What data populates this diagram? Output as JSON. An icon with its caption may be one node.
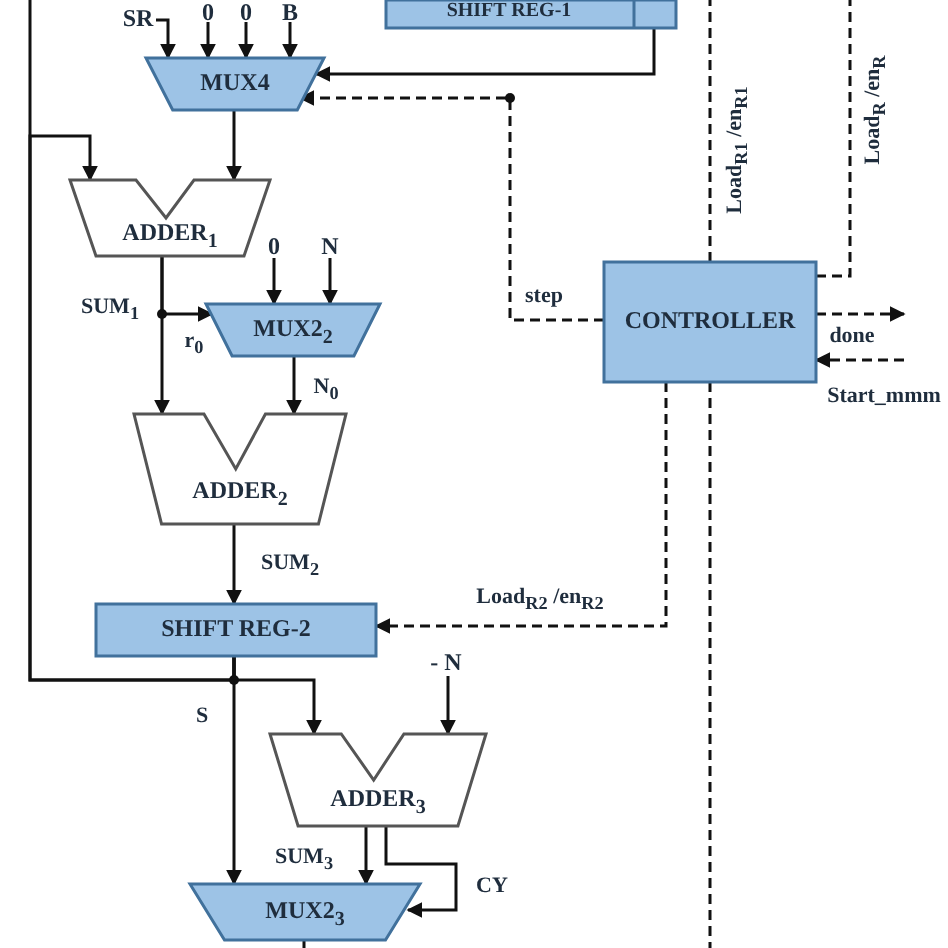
{
  "diagram": {
    "nodes": [
      {
        "text": [
          "SHIFT REG-1"
        ]
      },
      {
        "text": [
          "SR"
        ]
      },
      {
        "text": [
          "0"
        ]
      },
      {
        "text": [
          "0"
        ]
      },
      {
        "text": [
          "B"
        ]
      },
      {
        "text": [
          "MUX4"
        ]
      },
      {
        "text": [
          "ADDER$_{1}$"
        ]
      },
      {
        "text": [
          "0"
        ]
      },
      {
        "text": [
          "N"
        ]
      },
      {
        "text": [
          "MUX2$_{2}$"
        ]
      },
      {
        "text": [
          "ADDER$_{2}$"
        ]
      },
      {
        "text": [
          "SHIFT REG-2"
        ]
      },
      {
        "text": [
          "- N"
        ]
      },
      {
        "text": [
          "ADDER$_{3}$"
        ]
      },
      {
        "text": [
          "MUX2$_{3}$"
        ]
      },
      {
        "text": [
          "CONTROLLER"
        ]
      }
    ],
    "edges": [
      {
        "from": 1,
        "to": 5,
        "arrow": "to"
      },
      {
        "from": 2,
        "to": 5,
        "arrow": "to"
      },
      {
        "from": 3,
        "to": 5,
        "arrow": "to"
      },
      {
        "from": 4,
        "to": 5,
        "arrow": "to"
      },
      {
        "from": 0,
        "to": 5,
        "arrow": "to"
      },
      {
        "from": 15,
        "to": 5,
        "arrow": "to",
        "label": "step",
        "style": "dashed"
      },
      {
        "from": 5,
        "to": 6,
        "arrow": "to"
      },
      {
        "from": 11,
        "to": 6,
        "arrow": "to"
      },
      {
        "from": 6,
        "to": 10,
        "arrow": "to",
        "label": "SUM$_{1}$"
      },
      {
        "from": 6,
        "to": 9,
        "arrow": "to",
        "label": "r$_{0}$"
      },
      {
        "from": 7,
        "to": 9,
        "arrow": "to"
      },
      {
        "from": 8,
        "to": 9,
        "arrow": "to"
      },
      {
        "from": 9,
        "to": 10,
        "arrow": "to",
        "label": "N$_{0}$"
      },
      {
        "from": 10,
        "to": 11,
        "arrow": "to",
        "label": "SUM$_{2}$"
      },
      {
        "from": 15,
        "to": 11,
        "arrow": "to",
        "label": "Load$_{R2}$ /en$_{R2}$",
        "style": "dashed"
      },
      {
        "from": 11,
        "to": 13,
        "arrow": "to"
      },
      {
        "from": 11,
        "to": 14,
        "arrow": "to",
        "label": "S"
      },
      {
        "from": 12,
        "to": 13,
        "arrow": "to"
      },
      {
        "from": 13,
        "to": 14,
        "arrow": "to",
        "label": "SUM$_{3}$"
      },
      {
        "from": 13,
        "to": 14,
        "arrow": "to",
        "label": "CY"
      },
      {
        "from": 14,
        "to": null,
        "arrow": "none"
      },
      {
        "from": 15,
        "to": null,
        "arrow": "to",
        "label": "done",
        "style": "dashed"
      },
      {
        "from": null,
        "to": 15,
        "arrow": "to",
        "label": "Start_mmm",
        "style": "dashed"
      },
      {
        "from": 15,
        "to": null,
        "arrow": "none",
        "label": "Load$_{R1}$ /en$_{R1}$",
        "style": "dashed"
      },
      {
        "from": 15,
        "to": null,
        "arrow": "none",
        "label": "Load$_{R}$ /en$_{R}$",
        "style": "dashed"
      },
      {
        "from": 15,
        "to": null,
        "arrow": "none",
        "style": "dashed"
      },
      {
        "from": 11,
        "to": null,
        "arrow": "none"
      }
    ]
  }
}
